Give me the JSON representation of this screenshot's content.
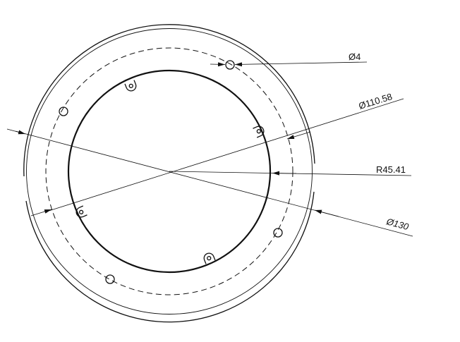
{
  "drawing": {
    "line_color": "#111111",
    "dimensions": {
      "hole_diameter": "Ø4",
      "bolt_circle_diameter": "Ø110.58",
      "inner_radius": "R45.41",
      "outer_diameter": "Ø130"
    }
  }
}
